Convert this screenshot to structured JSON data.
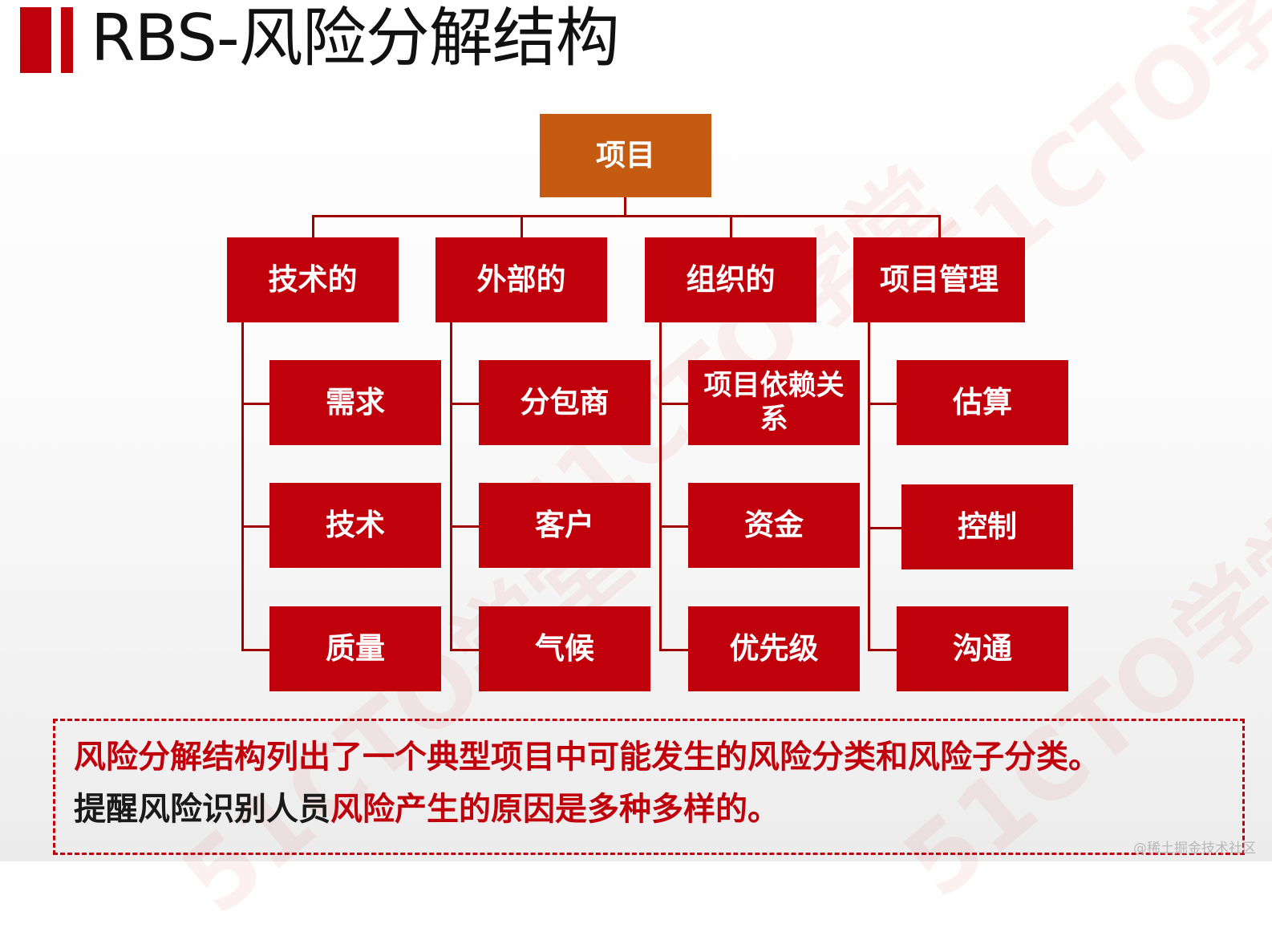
{
  "page": {
    "title": "RBS-风险分解结构"
  },
  "tree": {
    "root": "项目",
    "categories": [
      {
        "label": "技术的",
        "children": [
          "需求",
          "技术",
          "质量"
        ]
      },
      {
        "label": "外部的",
        "children": [
          "分包商",
          "客户",
          "气候"
        ]
      },
      {
        "label": "组织的",
        "children": [
          "项目依赖关系",
          "资金",
          "优先级"
        ]
      },
      {
        "label": "项目管理",
        "children": [
          "估算",
          "控制",
          "沟通"
        ]
      }
    ]
  },
  "note": {
    "line1": "风险分解结构列出了一个典型项目中可能发生的风险分类和风险子分类。",
    "line2_dark": "提醒风险识别人员",
    "line2_red": "风险产生的原因是多种多样的。"
  },
  "watermark": "51CTO学堂",
  "credit": "@稀土掘金技术社区",
  "colors": {
    "node": "#c0000b",
    "root": "#c55a11",
    "connector": "#a00000",
    "note_text": "#c0000b"
  }
}
